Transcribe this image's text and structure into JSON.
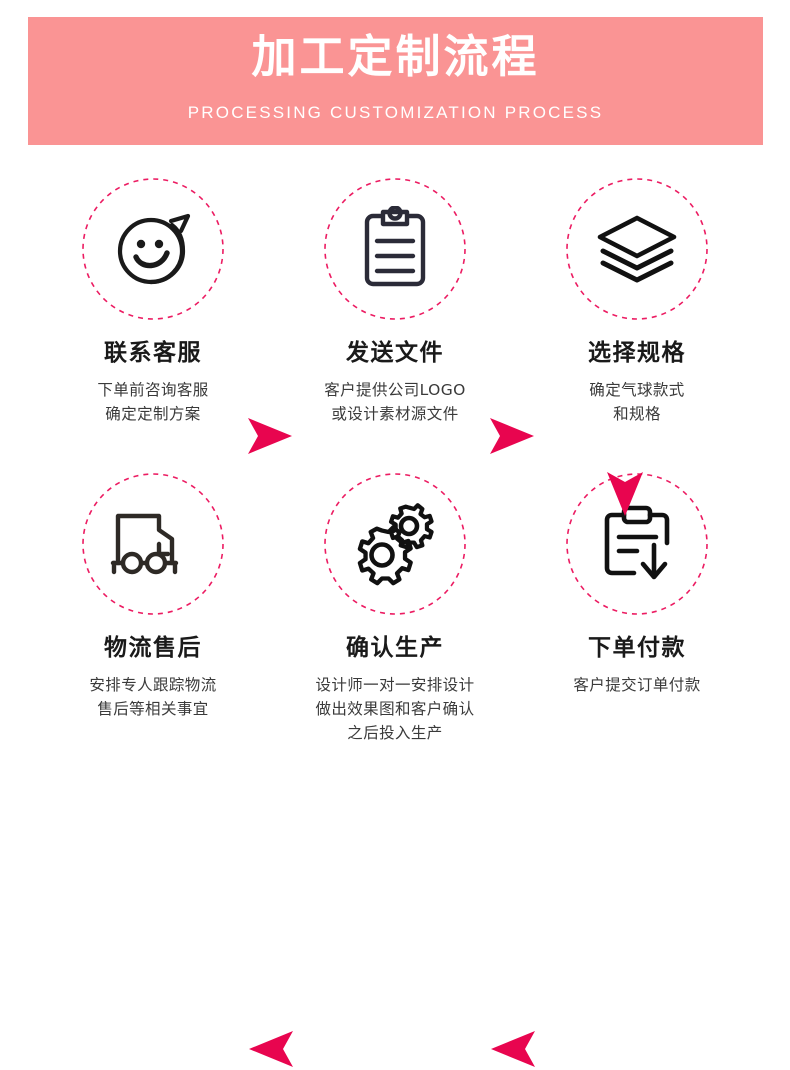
{
  "banner": {
    "title": "加工定制流程",
    "subtitle": "PROCESSING CUSTOMIZATION PROCESS",
    "bg_color": "#fa9494",
    "text_color": "#ffffff"
  },
  "theme": {
    "accent_color": "#e8054f",
    "circle_dash_color": "#ec1c62",
    "icon_color": "#1a1a1a",
    "title_color": "#1a1a1a",
    "desc_color": "#3a3a3a",
    "page_bg": "#ffffff"
  },
  "steps": [
    {
      "index": 1,
      "icon": "smiley-chat-bubble-icon",
      "title": "联系客服",
      "desc_lines": [
        "下单前咨询客服",
        "确定定制方案"
      ]
    },
    {
      "index": 2,
      "icon": "clipboard-document-icon",
      "title": "发送文件",
      "desc_lines": [
        "客户提供公司LOGO",
        "或设计素材源文件"
      ]
    },
    {
      "index": 3,
      "icon": "layers-stack-icon",
      "title": "选择规格",
      "desc_lines": [
        "确定气球款式",
        "和规格"
      ]
    },
    {
      "index": 4,
      "icon": "delivery-truck-icon",
      "title": "物流售后",
      "desc_lines": [
        "安排专人跟踪物流",
        "售后等相关事宜"
      ]
    },
    {
      "index": 5,
      "icon": "gears-icon",
      "title": "确认生产",
      "desc_lines": [
        "设计师一对一安排设计",
        "做出效果图和客户确认",
        "之后投入生产"
      ]
    },
    {
      "index": 6,
      "icon": "order-download-icon",
      "title": "下单付款",
      "desc_lines": [
        "客户提交订单付款"
      ]
    }
  ],
  "arrows": [
    {
      "name": "arrow-step1-to-step2",
      "direction": "right"
    },
    {
      "name": "arrow-step2-to-step3",
      "direction": "right"
    },
    {
      "name": "arrow-step3-to-step4",
      "direction": "down"
    },
    {
      "name": "arrow-step4-to-step5",
      "direction": "left"
    },
    {
      "name": "arrow-step5-to-step6",
      "direction": "left"
    }
  ]
}
